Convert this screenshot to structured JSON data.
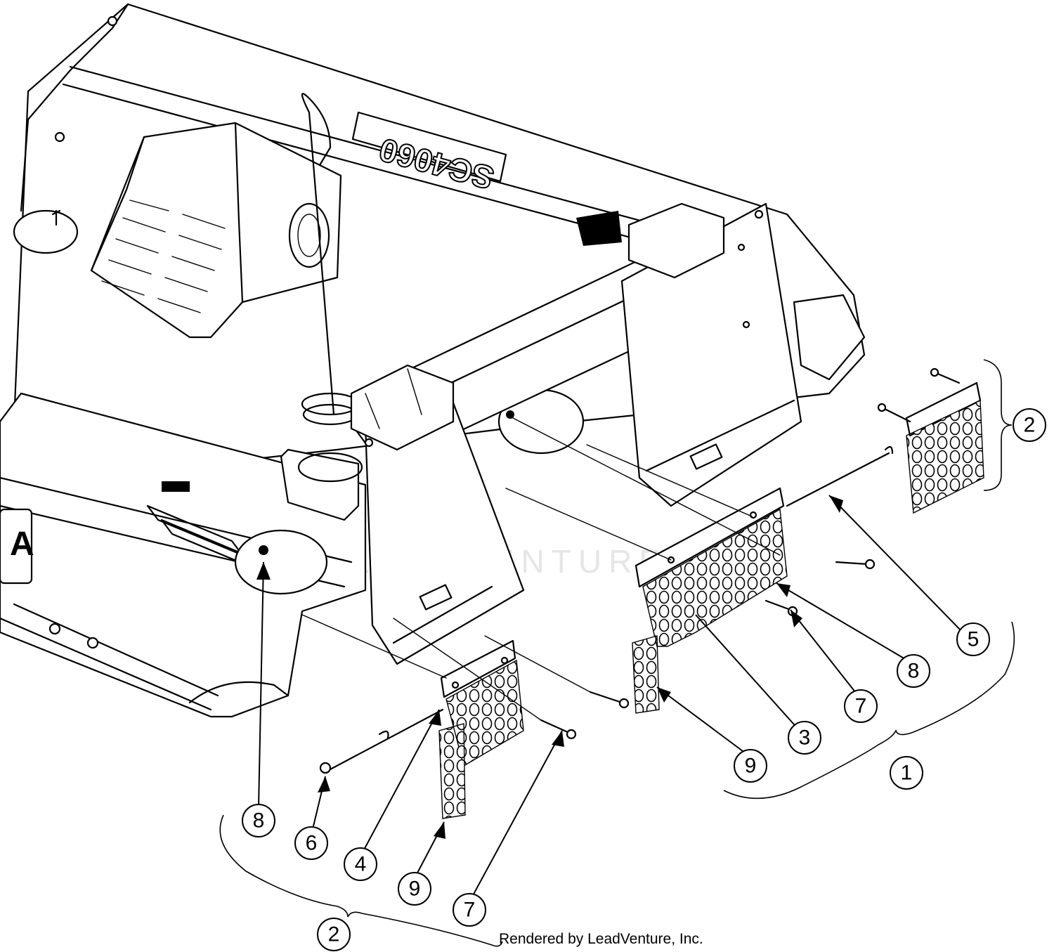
{
  "model_plate": "SC4060",
  "watermark": "LEADVENTURE",
  "credit": "Rendered by LeadVenture, Inc.",
  "callouts": [
    {
      "id": "c1",
      "label": "1"
    },
    {
      "id": "c2a",
      "label": "2"
    },
    {
      "id": "c2b",
      "label": "2"
    },
    {
      "id": "c3",
      "label": "3"
    },
    {
      "id": "c4",
      "label": "4"
    },
    {
      "id": "c5",
      "label": "5"
    },
    {
      "id": "c6",
      "label": "6"
    },
    {
      "id": "c7a",
      "label": "7"
    },
    {
      "id": "c7b",
      "label": "7"
    },
    {
      "id": "c8a",
      "label": "8"
    },
    {
      "id": "c8b",
      "label": "8"
    },
    {
      "id": "c9a",
      "label": "9"
    },
    {
      "id": "c9b",
      "label": "9"
    }
  ]
}
